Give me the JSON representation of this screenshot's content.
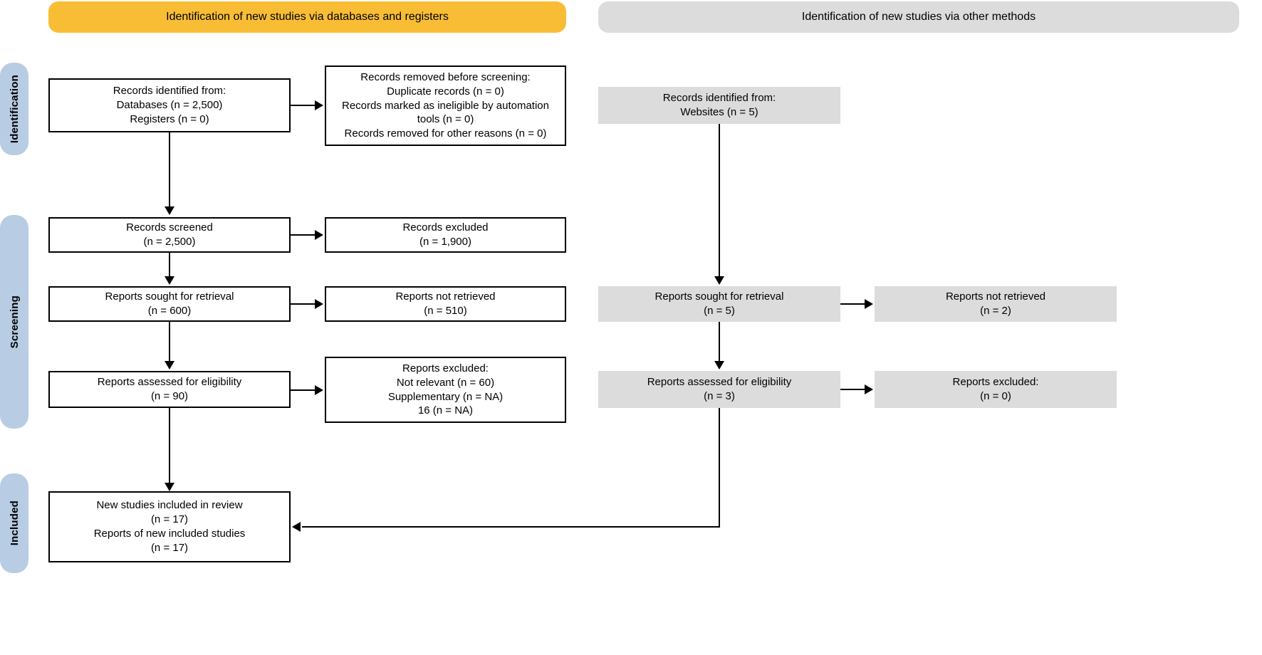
{
  "colors": {
    "databases_banner": "#f8bd35",
    "other_banner": "#dcdcdc",
    "stage_rail": "#b8cce4",
    "grey_box": "#dcdcdc",
    "line": "#000000"
  },
  "banners": {
    "databases": "Identification of new studies via databases and registers",
    "other_methods": "Identification of new studies via other methods"
  },
  "stages": {
    "identification": "Identification",
    "screening": "Screening",
    "included": "Included"
  },
  "databases_column": {
    "identified": {
      "line1": "Records identified from:",
      "line2": "Databases (n = 2,500)",
      "line3": "Registers (n = 0)"
    },
    "removed": {
      "line1": "Records removed before screening:",
      "line2": "Duplicate records (n = 0)",
      "line3": "Records marked as ineligible by automation tools (n = 0)",
      "line4": "Records removed for other reasons (n = 0)"
    },
    "screened": {
      "line1": "Records screened",
      "line2": "(n = 2,500)"
    },
    "records_excluded": {
      "line1": "Records excluded",
      "line2": "(n = 1,900)"
    },
    "sought": {
      "line1": "Reports sought for retrieval",
      "line2": "(n = 600)"
    },
    "not_retrieved": {
      "line1": "Reports not retrieved",
      "line2": "(n = 510)"
    },
    "assessed": {
      "line1": "Reports assessed for eligibility",
      "line2": "(n = 90)"
    },
    "reports_excluded": {
      "line1": "Reports excluded:",
      "line2": "Not relevant (n = 60)",
      "line3": "Supplementary (n = NA)",
      "line4": "16 (n = NA)"
    }
  },
  "other_column": {
    "identified": {
      "line1": "Records identified from:",
      "line2": "Websites (n = 5)"
    },
    "sought": {
      "line1": "Reports sought for retrieval",
      "line2": "(n = 5)"
    },
    "not_retrieved": {
      "line1": "Reports not retrieved",
      "line2": "(n = 2)"
    },
    "assessed": {
      "line1": "Reports assessed for eligibility",
      "line2": "(n = 3)"
    },
    "reports_excluded": {
      "line1": "Reports excluded:",
      "line2": "(n = 0)"
    }
  },
  "included_box": {
    "line1": "New studies included in review",
    "line2": "(n = 17)",
    "line3": "Reports of new included studies",
    "line4": "(n = 17)"
  }
}
